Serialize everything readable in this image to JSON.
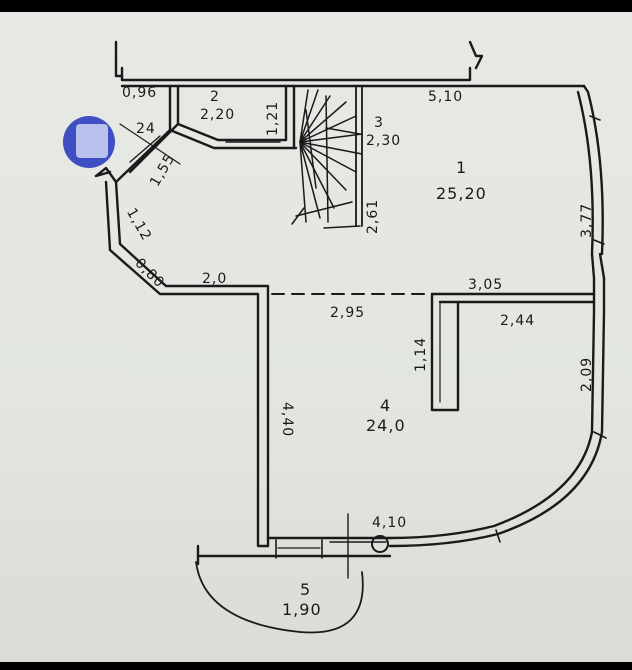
{
  "rooms": [
    {
      "number": "1",
      "area": "25,20"
    },
    {
      "number": "2",
      "area": "2,20"
    },
    {
      "number": "3",
      "area": "2,30"
    },
    {
      "number": "4",
      "area": "24,0"
    },
    {
      "number": "5",
      "area": "1,90"
    }
  ],
  "dims": {
    "top_left": "0,96",
    "top_right": "5,10",
    "right_upper": "3,77",
    "stair_v": "1,21",
    "stair_h": "2,61",
    "small_24": "24",
    "small_155": "1,55",
    "left_112": "1,12",
    "diag_080": "0,80",
    "mid_20": "2,0",
    "dash_295": "2,95",
    "mid_305": "3,05",
    "mid_244": "2,44",
    "right_209": "2,09",
    "partition_114": "1,14",
    "left_440": "4,40",
    "bottom_410": "4,10"
  }
}
